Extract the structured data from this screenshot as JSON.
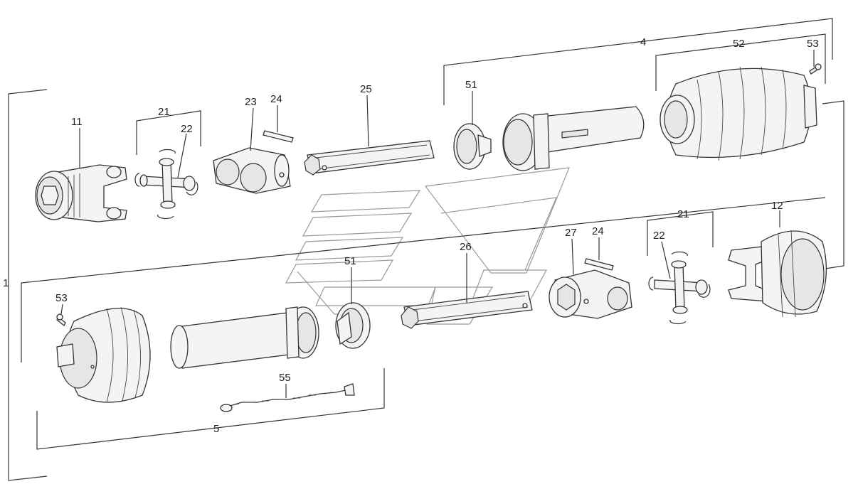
{
  "diagram": {
    "callouts": {
      "c1": "1",
      "c4": "4",
      "c5": "5",
      "c11": "11",
      "c12": "12",
      "c21a": "21",
      "c21b": "21",
      "c22a": "22",
      "c22b": "22",
      "c23": "23",
      "c24a": "24",
      "c24b": "24",
      "c25": "25",
      "c26": "26",
      "c27": "27",
      "c51a": "51",
      "c51b": "51",
      "c52": "52",
      "c53a": "53",
      "c53b": "53",
      "c55": "55"
    },
    "colors": {
      "line": "#333333",
      "fill": "#f4f4f4",
      "watermark": "#777777"
    }
  }
}
